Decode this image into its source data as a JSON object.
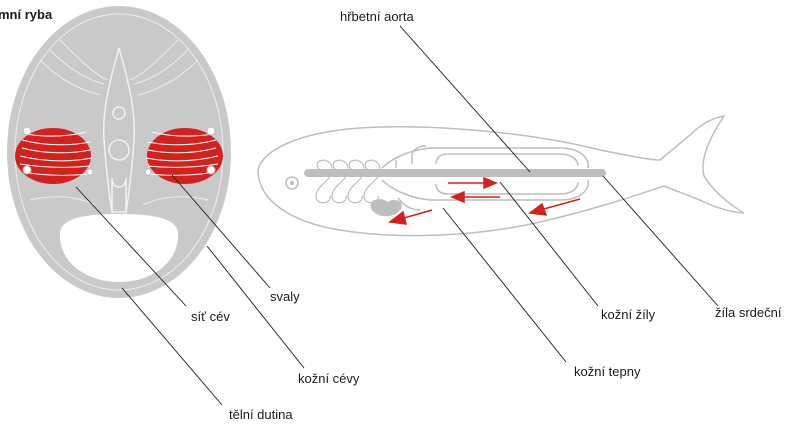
{
  "title": "mní ryba",
  "labels": {
    "dorsal_aorta": "hřbetní aorta",
    "vessel_network": "síť cév",
    "muscles": "svaly",
    "skin_vessels": "kožní cévy",
    "body_cavity": "tělní dutina",
    "skin_veins": "kožní žíly",
    "skin_arteries": "kožní tepny",
    "cardinal_vein": "žíla srdeční"
  },
  "colors": {
    "body_gray": "#c9c9c9",
    "outline_gray": "#bdbdbd",
    "muscle_red": "#d3211e",
    "arrow_red": "#d3211e",
    "leader_line": "#1a1a1a"
  }
}
